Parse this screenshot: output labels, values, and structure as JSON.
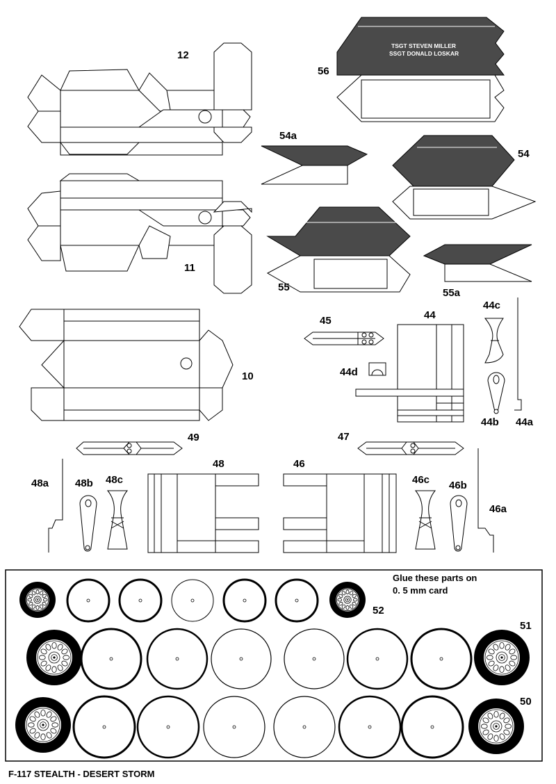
{
  "sheet": {
    "footer_title": "F-117 STEALTH - DESERT STORM",
    "note_line1": "Glue these parts on",
    "note_line2": "0. 5  mm card"
  },
  "parts": {
    "p12": "12",
    "p11": "11",
    "p10": "10",
    "p56": "56",
    "p54a": "54a",
    "p54": "54",
    "p55": "55",
    "p55a": "55a",
    "p45": "45",
    "p44": "44",
    "p44c": "44c",
    "p44d": "44d",
    "p44b": "44b",
    "p44a": "44a",
    "p49": "49",
    "p47": "47",
    "p48": "48",
    "p46": "46",
    "p48a": "48a",
    "p48b": "48b",
    "p48c": "48c",
    "p46c": "46c",
    "p46b": "46b",
    "p46a": "46a",
    "p52": "52",
    "p51": "51",
    "p50": "50"
  },
  "crew": {
    "line1": "TSGT STEVEN MILLER",
    "line2": "SSGT DONALD LOSKAR"
  },
  "colors": {
    "ink": "#000000",
    "dark_fill": "#4a4a4a",
    "paper": "#ffffff"
  }
}
